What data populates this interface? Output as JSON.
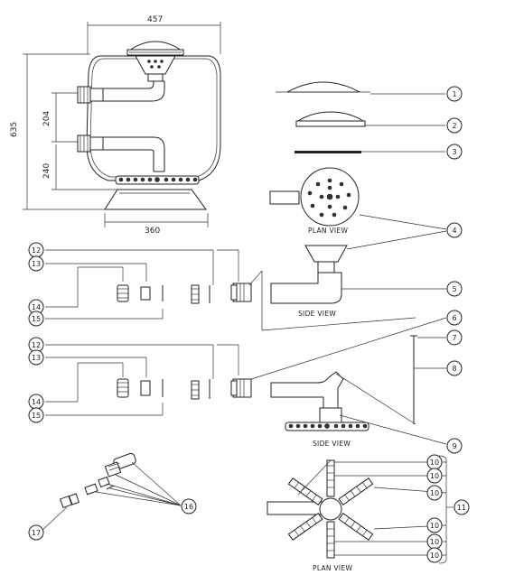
{
  "dimensions": {
    "width_top": "457",
    "height_total": "635",
    "height_upper": "204",
    "height_lower": "240",
    "width_base": "360"
  },
  "captions": {
    "plan_view_top": "PLAN VIEW",
    "side_view_top": "SIDE VIEW",
    "side_view_bottom": "SIDE VIEW",
    "plan_view_bottom": "PLAN VIEW"
  },
  "callouts": [
    "1",
    "2",
    "3",
    "4",
    "5",
    "6",
    "7",
    "8",
    "9",
    "10",
    "11",
    "12",
    "13",
    "14",
    "15",
    "16",
    "17"
  ],
  "left_callouts_set_a": [
    "12",
    "13",
    "14",
    "15"
  ],
  "left_callouts_set_b": [
    "12",
    "13",
    "14",
    "15"
  ],
  "laterals_callouts": [
    "10",
    "10",
    "10",
    "10",
    "10",
    "10"
  ]
}
